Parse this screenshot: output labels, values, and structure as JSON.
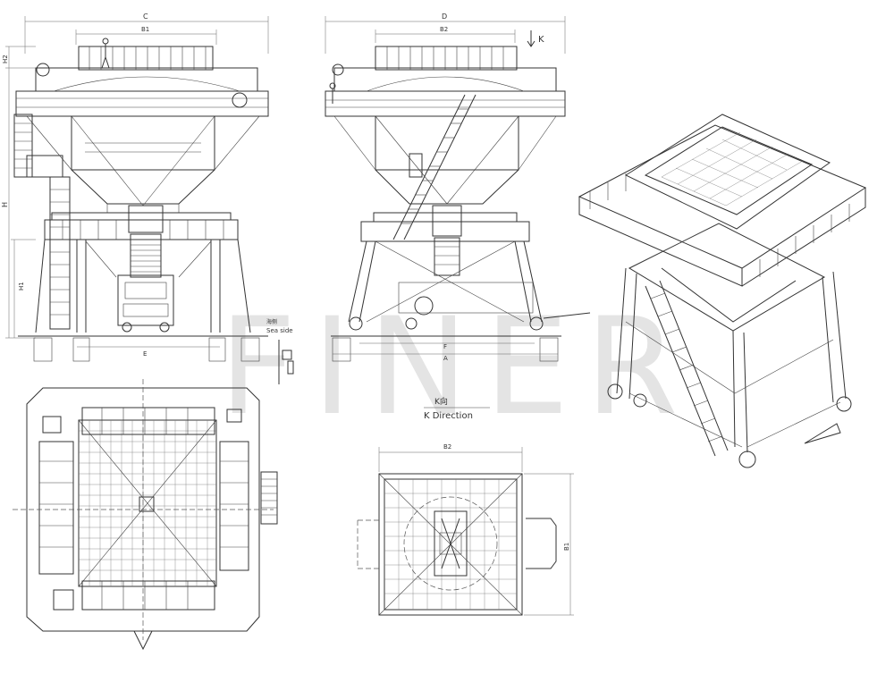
{
  "watermark": "FINER",
  "front_view": {
    "dim_overall": "C",
    "dim_top": "B1",
    "dim_upper_height": "H2",
    "dim_total_height": "H",
    "dim_lower_height": "H1",
    "dim_base": "E",
    "sea_side_cn": "海侧",
    "sea_side_en": "Sea side"
  },
  "side_view": {
    "dim_overall": "D",
    "dim_top": "B2",
    "view_arrow": "K",
    "dim_wheel_base": "F",
    "dim_total_width": "A"
  },
  "k_direction": {
    "label_cn": "K向",
    "label_en": "K Direction"
  },
  "bottom_view": {
    "dim_width": "B2",
    "dim_height": "B1"
  }
}
